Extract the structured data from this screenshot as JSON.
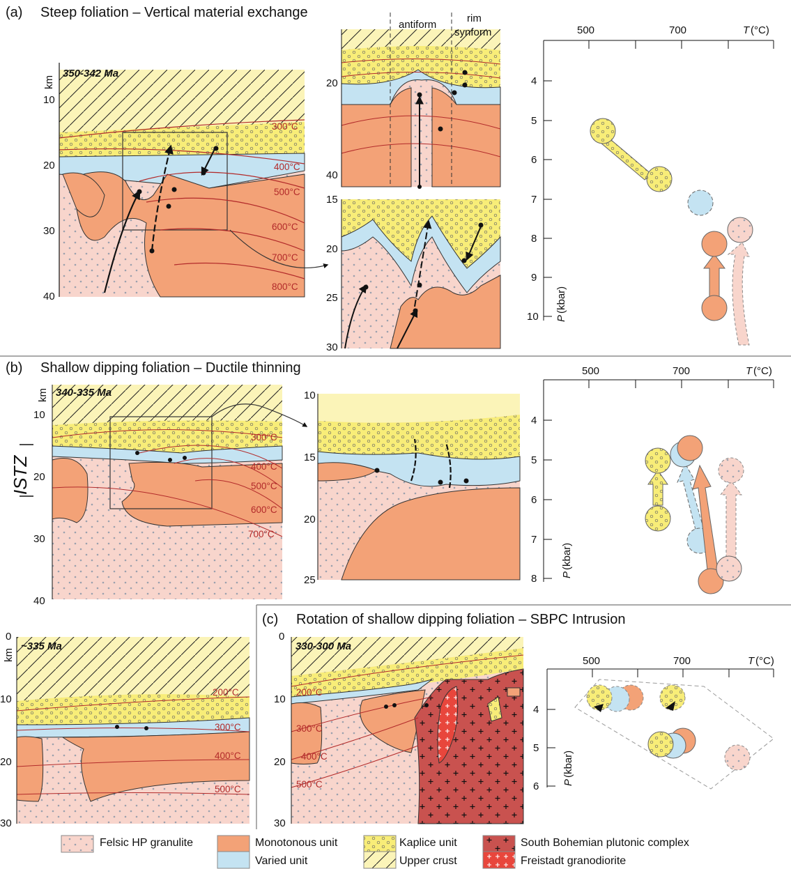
{
  "panels": {
    "a": {
      "letter": "(a)",
      "title": "Steep foliation – Vertical material exchange",
      "age": "350-342 Ma",
      "km_unit": "km",
      "depth_ticks": [
        "10",
        "20",
        "30",
        "40"
      ],
      "inset1_ticks": [
        "20",
        "40"
      ],
      "inset1_labels": [
        "antiform",
        "rim",
        "synform"
      ],
      "inset2_ticks": [
        "15",
        "20",
        "25",
        "30"
      ],
      "isotherms": [
        "300°C",
        "400°C",
        "500°C",
        "600°C",
        "700°C",
        "800°C"
      ]
    },
    "b": {
      "letter": "(b)",
      "title": "Shallow dipping foliation – Ductile thinning",
      "age": "340-335 Ma",
      "km_unit": "km",
      "zone": "ISTZ",
      "depth_ticks": [
        "10",
        "20",
        "30",
        "40"
      ],
      "inset_ticks": [
        "10",
        "15",
        "20",
        "25"
      ],
      "isotherms": [
        "300°C",
        "400°C",
        "500°C",
        "600°C",
        "700°C"
      ]
    },
    "b2": {
      "age": "~335 Ma",
      "km_unit": "km",
      "depth_ticks": [
        "0",
        "10",
        "20",
        "30"
      ],
      "isotherms": [
        "200°C",
        "300°C",
        "400°C",
        "500°C"
      ]
    },
    "c": {
      "letter": "(c)",
      "title": "Rotation of shallow dipping foliation – SBPC Intrusion",
      "age": "330-300 Ma",
      "depth_ticks": [
        "0",
        "10",
        "20",
        "30"
      ],
      "isotherms": [
        "200°C",
        "300°C",
        "400°C",
        "500°C"
      ]
    }
  },
  "pt_diagrams": {
    "a": {
      "t_ticks": [
        "500",
        "700"
      ],
      "t_label": "T",
      "t_unit": "(°C)",
      "p_ticks": [
        "4",
        "5",
        "6",
        "7",
        "8",
        "9",
        "10"
      ],
      "p_label": "P",
      "p_unit": "(kbar)"
    },
    "b": {
      "t_ticks": [
        "500",
        "700"
      ],
      "t_label": "T",
      "t_unit": "(°C)",
      "p_ticks": [
        "4",
        "5",
        "6",
        "7",
        "8"
      ],
      "p_label": "P",
      "p_unit": "(kbar)"
    },
    "c": {
      "t_ticks": [
        "500",
        "700"
      ],
      "t_label": "T",
      "t_unit": "(°C)",
      "p_ticks": [
        "4",
        "5",
        "6"
      ],
      "p_label": "P",
      "p_unit": "(kbar)"
    }
  },
  "legend": [
    "Felsic HP granulite",
    "Monotonous unit",
    "Kaplice unit",
    "South Bohemian plutonic complex",
    "Varied unit",
    "Upper crust",
    "Freistadt granodiorite"
  ],
  "colors": {
    "granulite": "#f8d5cc",
    "monotonous": "#f3a277",
    "kaplice": "#f8ed78",
    "varied": "#c4e3f2",
    "upper_crust": "#fbf4b8",
    "sbpc": "#c9524f",
    "freistadt": "#e8463c",
    "isotherm": "#b22a2a"
  }
}
